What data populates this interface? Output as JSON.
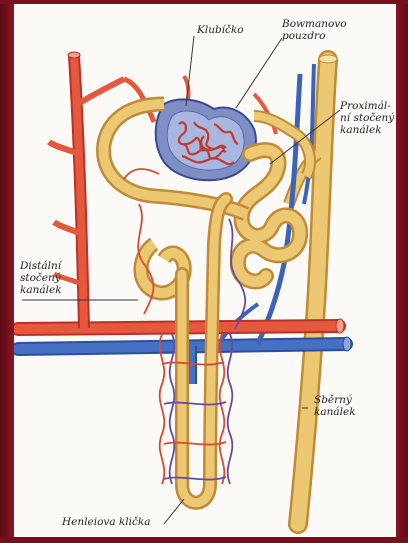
{
  "labels": {
    "glomerulus": "Klubíčko",
    "bowman": "Bowmanovo\npouzdro",
    "proximal": "Proximál-\nní stočený\nkanálek",
    "distal": "Distální\nstočený\nkanálek",
    "collecting": "Sběrný\nkanálek",
    "henle": "Henleiova klička"
  },
  "colors": {
    "frame": "#7a0f1c",
    "background": "#fbfaf6",
    "artery": "#e2553b",
    "vein": "#3b63b9",
    "tubule": "#ecc56a",
    "bowman_capsule": "#8a98c8",
    "leader": "#333333"
  }
}
